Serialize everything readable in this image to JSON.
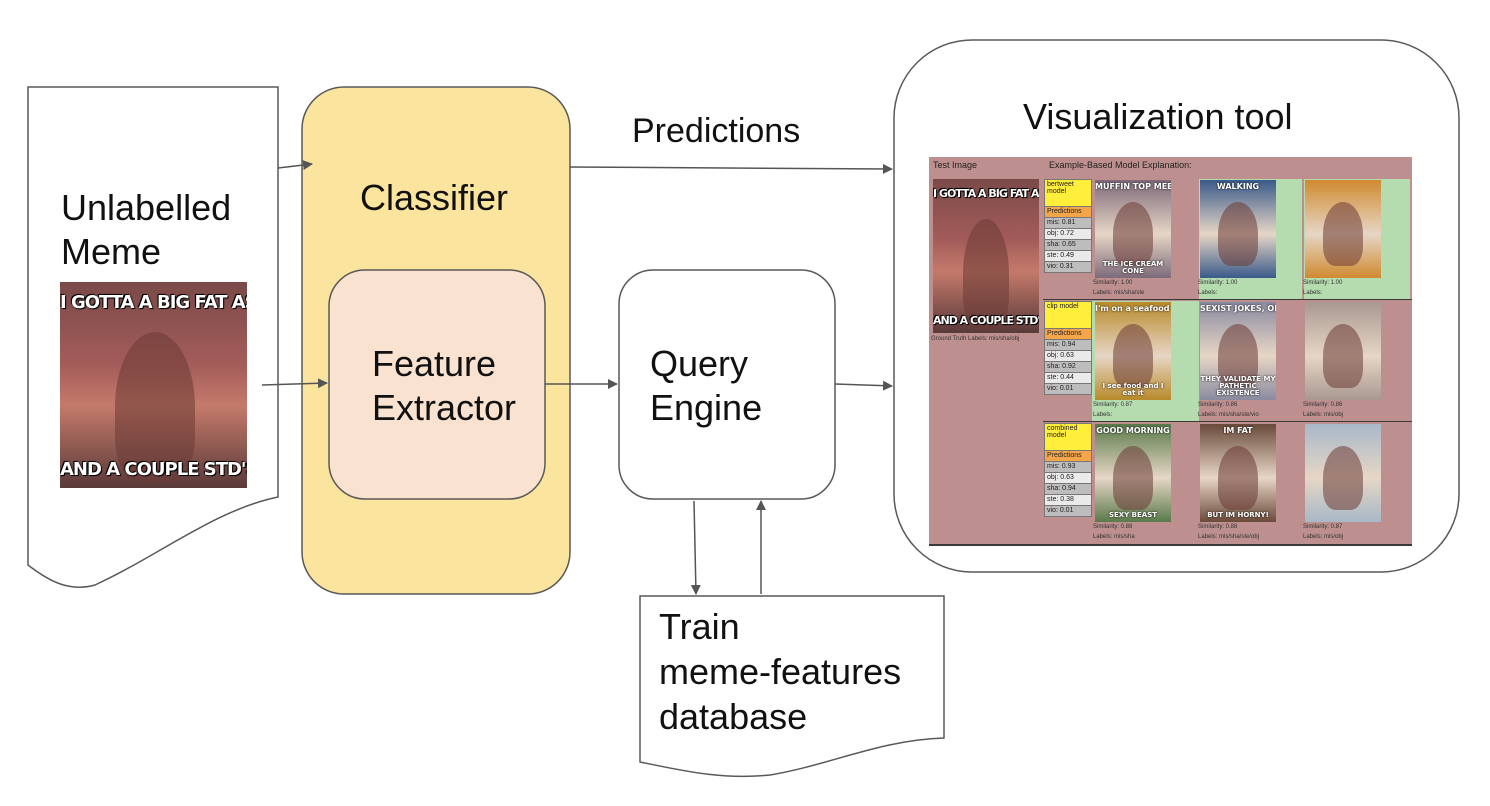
{
  "input": {
    "label_line1": "Unlabelled",
    "label_line2": "Meme",
    "meme_caption_top": "I GOTTA A BIG FAT ASS",
    "meme_caption_bottom": "AND A COUPLE STD'S"
  },
  "classifier": {
    "label": "Classifier"
  },
  "feature_extractor": {
    "line1": "Feature",
    "line2": "Extractor"
  },
  "query_engine": {
    "line1": "Query",
    "line2": "Engine"
  },
  "database": {
    "line1": "Train",
    "line2": "meme-features",
    "line3": "database"
  },
  "predictions_label": "Predictions",
  "visualization": {
    "title": "Visualization tool",
    "header_test": "Test Image",
    "header_explanation": "Example-Based Model Explanation:",
    "test_caption_top": "I GOTTA A BIG FAT ASS",
    "test_caption_bottom": "AND A COUPLE STD'S",
    "ground_truth": "Ground Truth Labels: mis/sha/obj",
    "predictions_word": "Predictions",
    "models": [
      {
        "name": "bertweet model",
        "scores": [
          "mis: 0.81",
          "obj: 0.72",
          "sha: 0.65",
          "ste: 0.49",
          "vio: 0.31"
        ],
        "examples": [
          {
            "top": "MUFFIN TOP MEET",
            "bottom": "THE ICE CREAM CONE",
            "similarity": "Similarity: 1.00",
            "labels": "Labels: mis/sha/ste"
          },
          {
            "top": "WALKING",
            "bottom": "",
            "similarity": "Similarity: 1.00",
            "labels": "Labels:"
          },
          {
            "top": "",
            "bottom": "",
            "similarity": "Similarity: 1.00",
            "labels": "Labels:"
          }
        ]
      },
      {
        "name": "clip model",
        "scores": [
          "mis: 0.94",
          "obj: 0.63",
          "sha: 0.92",
          "ste: 0.44",
          "vio: 0.01"
        ],
        "examples": [
          {
            "top": "I'm on a seafood diet",
            "bottom": "I see food and I eat it",
            "similarity": "Similarity: 0.87",
            "labels": "Labels:"
          },
          {
            "top": "SEXIST JOKES, OH BOY!",
            "bottom": "THEY VALIDATE MY PATHETIC EXISTENCE",
            "similarity": "Similarity: 0.86",
            "labels": "Labels: mis/sha/ste/vio"
          },
          {
            "top": "",
            "bottom": "",
            "similarity": "Similarity: 0.86",
            "labels": "Labels: mis/obj"
          }
        ]
      },
      {
        "name": "combined model",
        "scores": [
          "mis: 0.93",
          "obj: 0.63",
          "sha: 0.94",
          "ste: 0.38",
          "vio: 0.01"
        ],
        "examples": [
          {
            "top": "GOOD MORNING",
            "bottom": "SEXY BEAST",
            "similarity": "Similarity: 0.88",
            "labels": "Labels: mis/sha"
          },
          {
            "top": "IM FAT",
            "bottom": "BUT IM HORNY!",
            "similarity": "Similarity: 0.88",
            "labels": "Labels: mis/sha/ste/obj"
          },
          {
            "top": "",
            "bottom": "",
            "similarity": "Similarity: 0.87",
            "labels": "Labels: mis/obj"
          }
        ]
      }
    ]
  },
  "colors": {
    "classifier_fill": "#fbe49e",
    "feature_fill": "#f9e3d0",
    "vis_background": "#bd8f8e",
    "vis_highlight": "#b5dcae",
    "model_name_fill": "#ffee3a",
    "predictions_fill": "#f5a64a",
    "stroke": "#595959"
  }
}
